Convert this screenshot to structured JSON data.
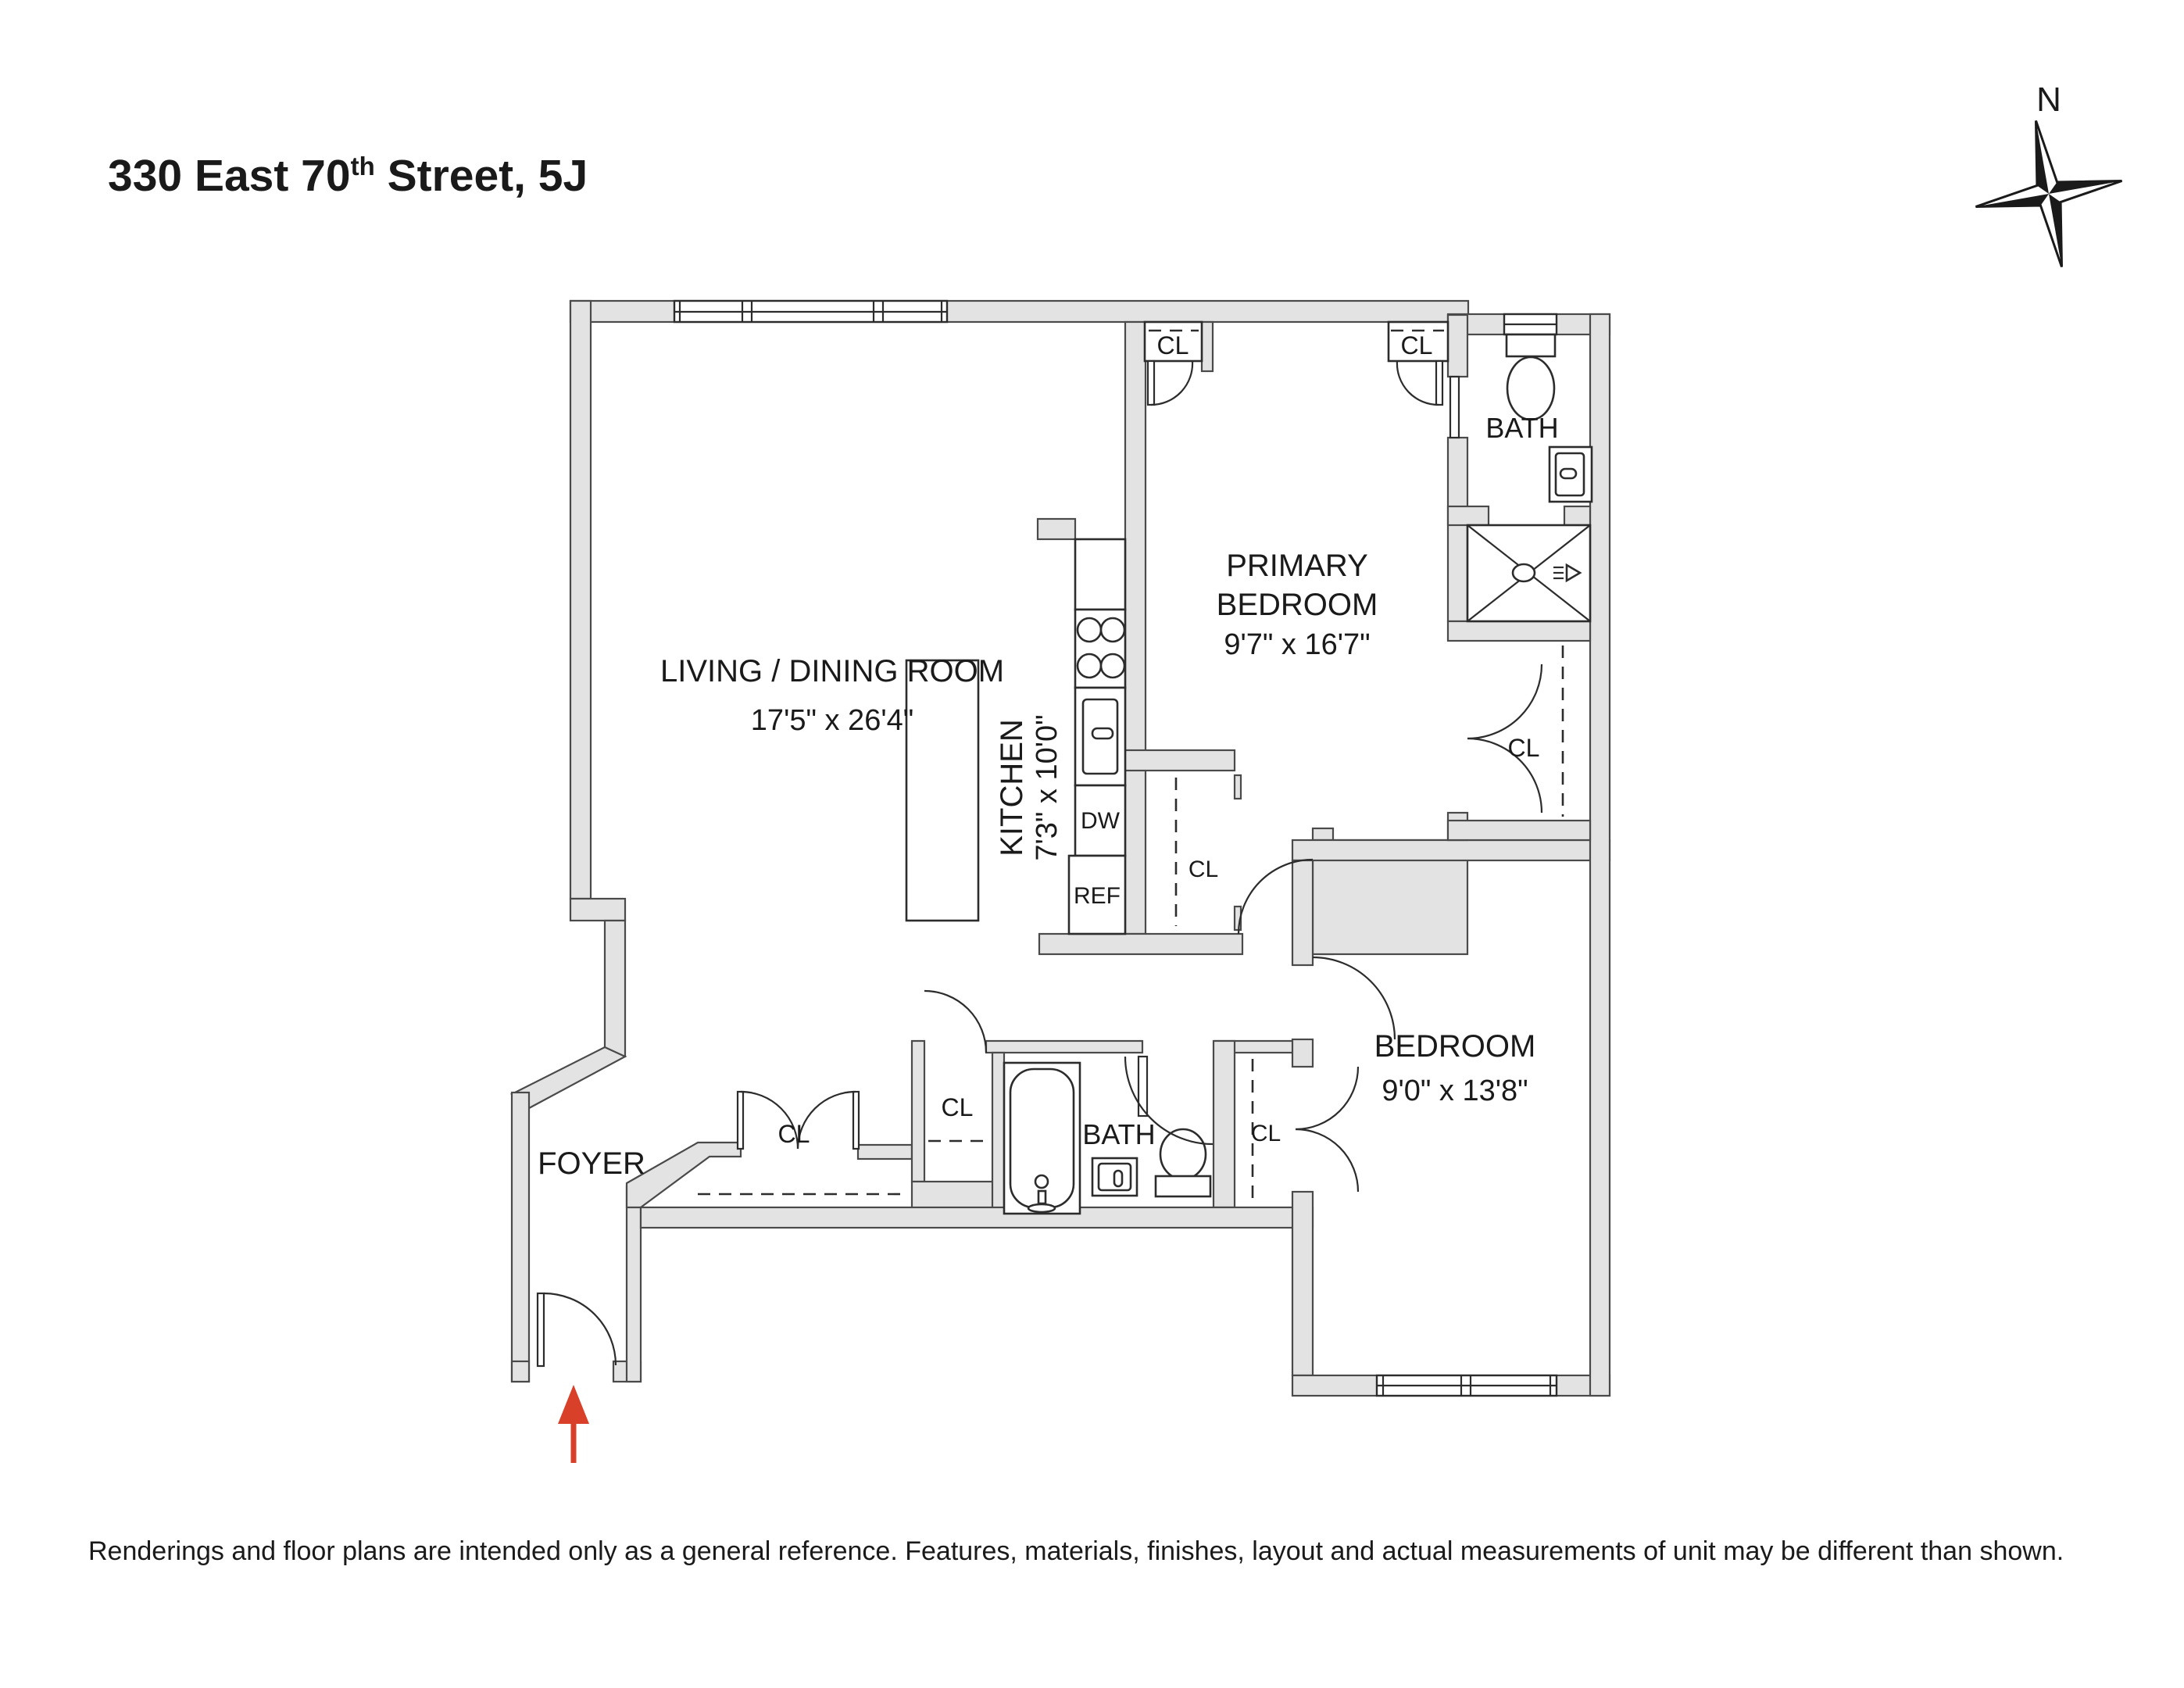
{
  "title": {
    "prefix": "330 East 70",
    "superscript": "th",
    "suffix": " Street, 5J"
  },
  "compass": {
    "north_label": "N"
  },
  "rooms": {
    "living": {
      "name": "LIVING / DINING ROOM",
      "dims": "17'5\" x 26'4\""
    },
    "kitchen": {
      "name": "KITCHEN",
      "dims": "7'3\" x 10'0\""
    },
    "primary_bedroom": {
      "name_line1": "PRIMARY",
      "name_line2": "BEDROOM",
      "dims": "9'7\" x 16'7\""
    },
    "bedroom": {
      "name": "BEDROOM",
      "dims": "9'0\" x 13'8\""
    },
    "bath_upper": {
      "name": "BATH"
    },
    "bath_lower": {
      "name": "BATH"
    },
    "foyer": {
      "name": "FOYER"
    }
  },
  "closets": {
    "primary_top_left": "CL",
    "primary_top_right": "CL",
    "primary_walk_in": "CL",
    "hall_near_kitchen": "CL",
    "foyer_closet": "CL",
    "hall_small": "CL",
    "bedroom_closet": "CL"
  },
  "appliances": {
    "dishwasher": "DW",
    "refrigerator": "REF"
  },
  "entry": {
    "arrow_color": "#d9402a"
  },
  "disclaimer": "Renderings and floor plans are intended only as a general reference. Features, materials, finishes, layout and actual measurements of unit may be different than shown."
}
